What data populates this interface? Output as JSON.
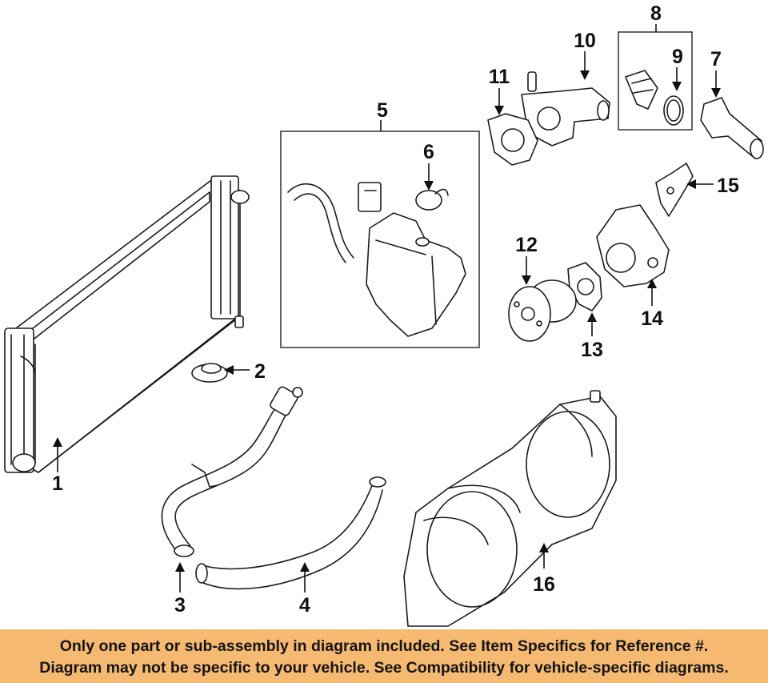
{
  "callouts": {
    "c1": "1",
    "c2": "2",
    "c3": "3",
    "c4": "4",
    "c5": "5",
    "c6": "6",
    "c7": "7",
    "c8": "8",
    "c9": "9",
    "c10": "10",
    "c11": "11",
    "c12": "12",
    "c13": "13",
    "c14": "14",
    "c15": "15",
    "c16": "16"
  },
  "banner": {
    "line1": "Only one part or sub-assembly in diagram included. See Item Specifics for Reference #.",
    "line2": "Diagram may not be specific to your vehicle. See Compatibility for vehicle-specific diagrams."
  },
  "colors": {
    "banner_bg": "#f5b971",
    "ink": "#111111"
  }
}
